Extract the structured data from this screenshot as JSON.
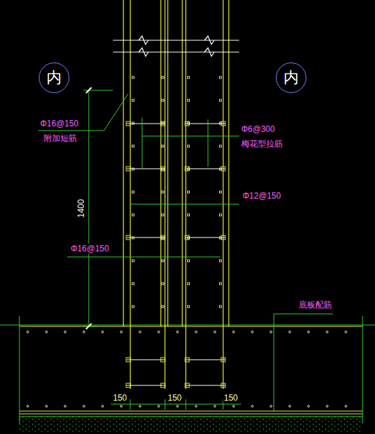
{
  "diagram": {
    "nodes": [
      {
        "text": [
          "内"
        ]
      },
      {
        "text": [
          "内"
        ]
      }
    ],
    "labels": [
      "Φ16@150",
      "附加短筋",
      "Φ6@300",
      "梅花型拉筋",
      "Φ12@150",
      "1400",
      "Φ16@150",
      "底板配筋",
      "150",
      "150",
      "150"
    ]
  }
}
